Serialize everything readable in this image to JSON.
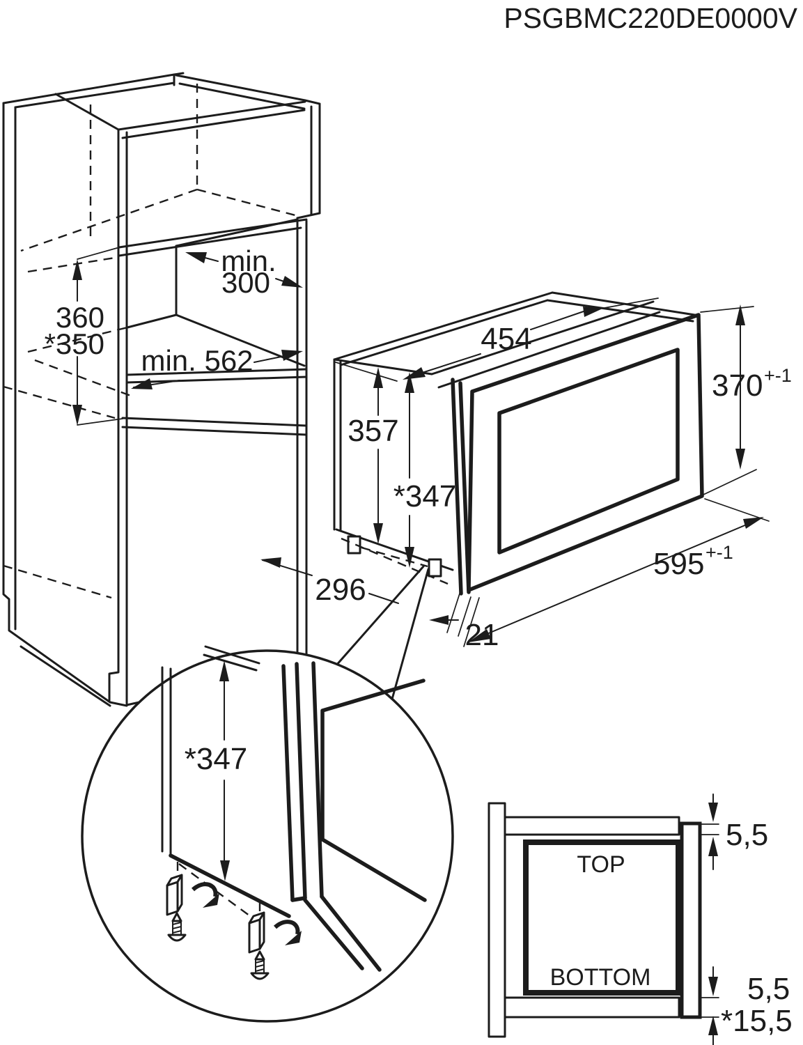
{
  "title": "PSGBMC220DE0000V",
  "colors": {
    "line": "#1c1c1c",
    "background": "#ffffff"
  },
  "cabinet": {
    "niche_depth_line1": "min.",
    "niche_depth_line2": "300",
    "niche_height": "360",
    "niche_height_trimmed": "*350",
    "niche_width_min": "min. 562"
  },
  "oven": {
    "body_width": "454",
    "body_height": "357",
    "body_height_trimmed": "*347",
    "door_height": "370",
    "door_height_tol": "+-1",
    "door_width": "595",
    "door_width_tol": "+-1",
    "depth": "296",
    "door_overhang": "21"
  },
  "detail": {
    "height_trimmed": "*347"
  },
  "section": {
    "top_label": "TOP",
    "bottom_label": "BOTTOM",
    "gap_top": "5,5",
    "gap_bottom": "5,5",
    "offset_bottom": "*15,5"
  }
}
